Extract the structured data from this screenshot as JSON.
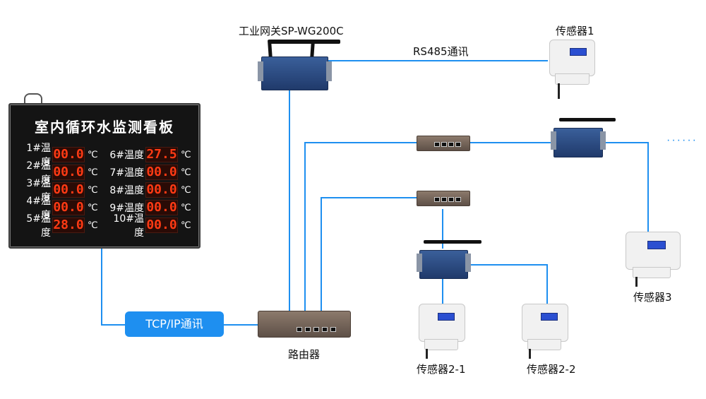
{
  "board": {
    "title": "室内循环水监测看板",
    "rows": [
      {
        "label": "1#温度",
        "value": "00.0",
        "unit": "℃"
      },
      {
        "label": "2#温度",
        "value": "00.0",
        "unit": "℃"
      },
      {
        "label": "3#温度",
        "value": "00.0",
        "unit": "℃"
      },
      {
        "label": "4#温度",
        "value": "00.0",
        "unit": "℃"
      },
      {
        "label": "5#温度",
        "value": "28.0",
        "unit": "℃"
      },
      {
        "label": "6#温度",
        "value": "27.5",
        "unit": "℃"
      },
      {
        "label": "7#温度",
        "value": "00.0",
        "unit": "℃"
      },
      {
        "label": "8#温度",
        "value": "00.0",
        "unit": "℃"
      },
      {
        "label": "9#温度",
        "value": "00.0",
        "unit": "℃"
      },
      {
        "label": "10#温度",
        "value": "00.0",
        "unit": "℃"
      }
    ]
  },
  "labels": {
    "gateway": "工业网关SP-WG200C",
    "rs485": "RS485通讯",
    "sensor1": "传感器1",
    "sensor3": "传感器3",
    "sensor2_1": "传感器2-1",
    "sensor2_2": "传感器2-2",
    "router": "路由器",
    "tcp": "TCP/IP通讯",
    "ellipsis": "······"
  },
  "colors": {
    "line": "#1e8ff0",
    "tcp_badge": "#1e8ff0",
    "digit": "#ff3a14"
  }
}
